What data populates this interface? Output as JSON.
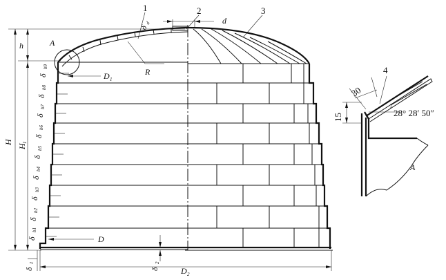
{
  "callouts": {
    "c1": "1",
    "c2": "2",
    "c3": "3",
    "c4": "4"
  },
  "labels": {
    "h": "h",
    "H": "H",
    "H1": "H",
    "H1_sub": "1",
    "A": "A",
    "A_detail": "A",
    "R": "R",
    "d": "d",
    "delta_d": "δ",
    "delta_d_sub": "d",
    "D1": "D",
    "D1_sub": "1",
    "D": "D",
    "D2": "D",
    "D2_sub": "2",
    "delta1": "δ",
    "delta1_sub": "1",
    "delta2": "δ",
    "delta2_sub": "2"
  },
  "shell_thickness_labels": [
    {
      "sym": "δ",
      "sub": "b9"
    },
    {
      "sym": "δ",
      "sub": "b8"
    },
    {
      "sym": "δ",
      "sub": "b7"
    },
    {
      "sym": "δ",
      "sub": "b6"
    },
    {
      "sym": "δ",
      "sub": "b5"
    },
    {
      "sym": "δ",
      "sub": "b4"
    },
    {
      "sym": "δ",
      "sub": "b3"
    },
    {
      "sym": "δ",
      "sub": "b2"
    },
    {
      "sym": "δ",
      "sub": "b1"
    }
  ],
  "detail": {
    "dim_30": "30",
    "dim_15": "15",
    "angle": "28° 28′ 50″"
  }
}
